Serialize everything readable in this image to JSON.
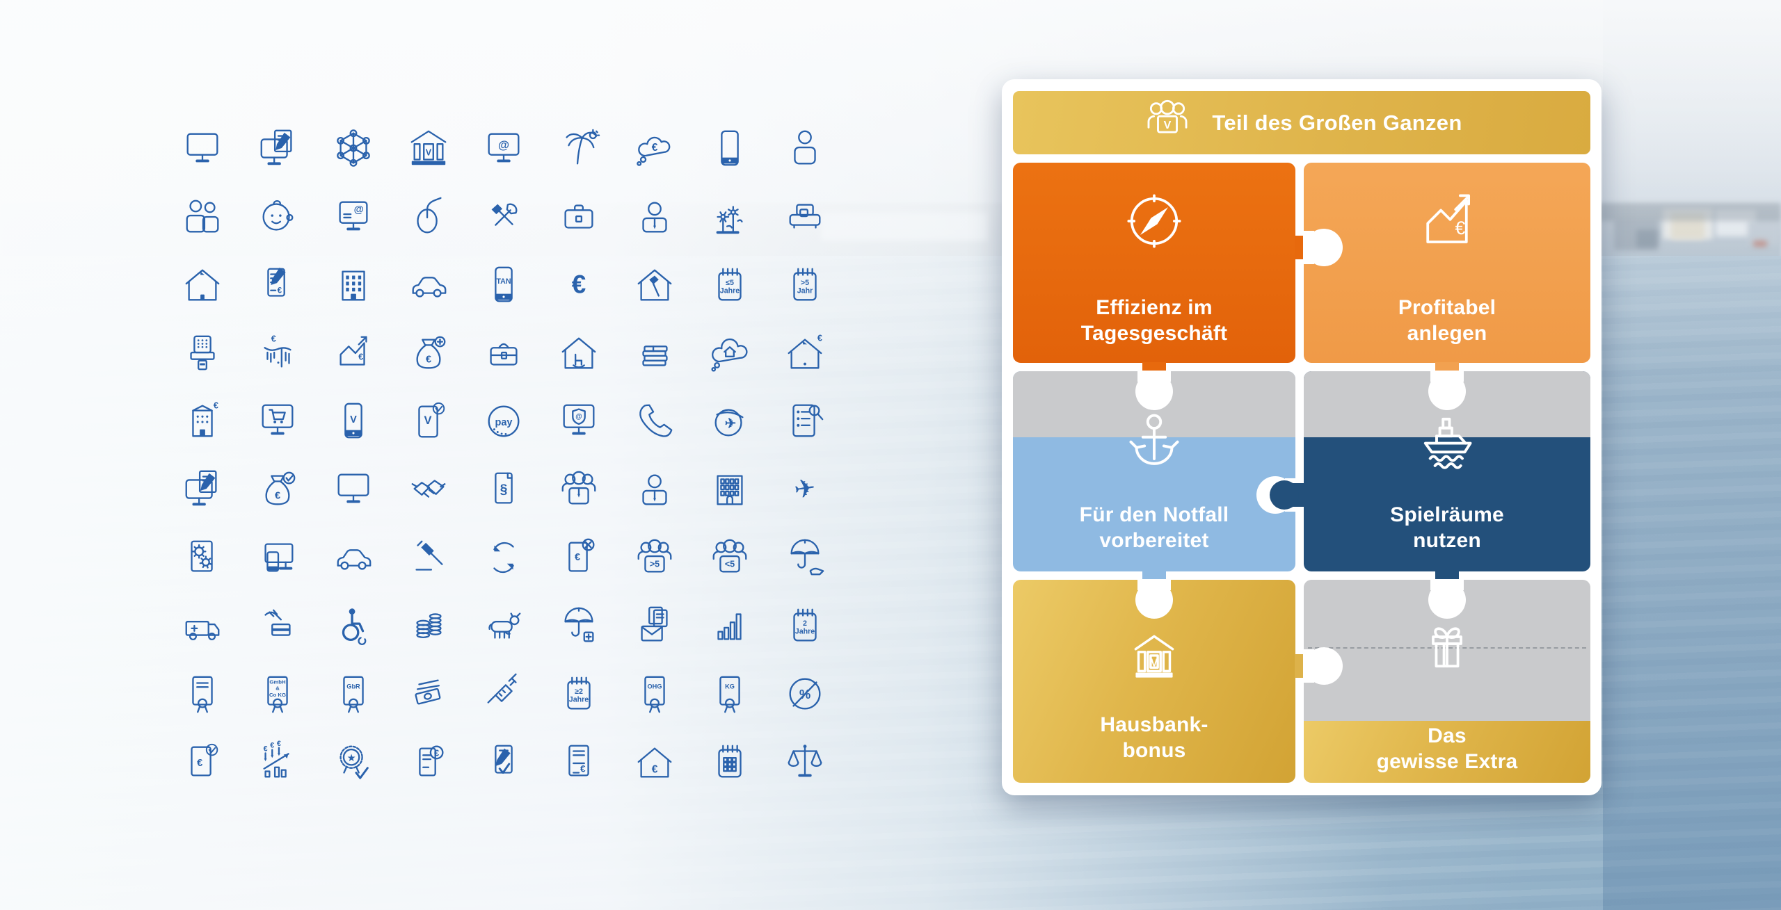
{
  "colors": {
    "icon_stroke": "#2A62AC",
    "orange_dark": "#E7690D",
    "orange_light": "#F3A253",
    "blue_light": "#8FBAE2",
    "blue_dark": "#23507B",
    "gray_piece": "#C9CACC",
    "gold_main": "#DDB24A",
    "panel_bg": "#FFFFFF"
  },
  "puzzle": {
    "header": {
      "label": "Teil des Großen Ganzen",
      "icon": "team-v-icon"
    },
    "pieces": [
      {
        "id": "effizienz",
        "title": "Effizienz im\nTagesgeschäft",
        "icon": "compass-icon",
        "color": "#E7690D"
      },
      {
        "id": "profitabel",
        "title": "Profitabel\nanlegen",
        "icon": "profit-chart-icon",
        "color": "#F3A253"
      },
      {
        "id": "notfall",
        "title": "Für den Notfall\nvorbereitet",
        "icon": "anchor-icon",
        "color": "#8FBAE2"
      },
      {
        "id": "spielraeume",
        "title": "Spielräume\nnutzen",
        "icon": "ship-icon",
        "color": "#23507B"
      },
      {
        "id": "hausbank",
        "title": "Hausbank-\nbonus",
        "icon": "bank-v-icon",
        "color": "#DDB24A"
      },
      {
        "id": "extra",
        "title": "Das\ngewisse Extra",
        "icon": "gift-icon",
        "color": "#C9CACC"
      }
    ]
  },
  "icon_grid": {
    "columns": 9,
    "rows": 10,
    "icons": [
      {
        "name": "monitor-icon",
        "kind": "monitor"
      },
      {
        "name": "monitor-contract-icon",
        "kind": "monitorDoc"
      },
      {
        "name": "network-icon",
        "kind": "network"
      },
      {
        "name": "bank-v-small-icon",
        "kind": "bankV",
        "label": "V"
      },
      {
        "name": "monitor-at-icon",
        "kind": "monitor",
        "label": "@"
      },
      {
        "name": "palm-vacation-icon",
        "kind": "palm"
      },
      {
        "name": "thought-euro-icon",
        "kind": "thought",
        "label": "€"
      },
      {
        "name": "smartphone-icon",
        "kind": "smartphone"
      },
      {
        "name": "person-icon",
        "kind": "person"
      },
      {
        "name": "couple-icon",
        "kind": "people2"
      },
      {
        "name": "baby-icon",
        "kind": "baby"
      },
      {
        "name": "monitor-email-icon",
        "kind": "monitorEmail",
        "label": "@"
      },
      {
        "name": "computer-mouse-icon",
        "kind": "mouse"
      },
      {
        "name": "tools-icon",
        "kind": "tools"
      },
      {
        "name": "briefcase-icon",
        "kind": "briefcase"
      },
      {
        "name": "employee-icon",
        "kind": "personTie"
      },
      {
        "name": "garden-flowers-icon",
        "kind": "flowers"
      },
      {
        "name": "sofa-icon",
        "kind": "sofa"
      },
      {
        "name": "house-icon",
        "kind": "house"
      },
      {
        "name": "invoice-pen-icon",
        "kind": "docEuroPen",
        "label": "€"
      },
      {
        "name": "apartment-building-icon",
        "kind": "building"
      },
      {
        "name": "car-icon",
        "kind": "car"
      },
      {
        "name": "tan-phone-icon",
        "kind": "smartphone",
        "label": "TAN"
      },
      {
        "name": "euro-icon",
        "kind": "euroChar",
        "label": "€"
      },
      {
        "name": "house-renovation-icon",
        "kind": "houseHammer"
      },
      {
        "name": "calendar-max5-icon",
        "kind": "calendar",
        "label": "≤5\nJahre"
      },
      {
        "name": "calendar-over5-icon",
        "kind": "calendar",
        "label": ">5\nJahr"
      },
      {
        "name": "atm-card-icon",
        "kind": "atm"
      },
      {
        "name": "euro-rates-icon",
        "kind": "euroRain",
        "label": "€"
      },
      {
        "name": "property-chart-icon",
        "kind": "chartHouse",
        "label": "€"
      },
      {
        "name": "savings-plus-icon",
        "kind": "moneybag",
        "label": "€",
        "mark": "plus"
      },
      {
        "name": "satchel-icon",
        "kind": "satchel"
      },
      {
        "name": "retirement-home-icon",
        "kind": "houseChair"
      },
      {
        "name": "money-stack-icon",
        "kind": "moneyStack"
      },
      {
        "name": "dream-house-icon",
        "kind": "thoughtHouse"
      },
      {
        "name": "house-value-icon",
        "kind": "houseEuro",
        "label": "€",
        "corner": true
      },
      {
        "name": "bank-building-icon",
        "kind": "buildingEuro",
        "label": "€"
      },
      {
        "name": "online-shopping-icon",
        "kind": "monitorCart"
      },
      {
        "name": "banking-app-icon",
        "kind": "smartphone",
        "label": "V"
      },
      {
        "name": "tablet-check-icon",
        "kind": "tabletCheck",
        "label": "V"
      },
      {
        "name": "pay-badge-icon",
        "kind": "payBadge",
        "label": "pay"
      },
      {
        "name": "secure-mail-icon",
        "kind": "monitorShield",
        "label": "@"
      },
      {
        "name": "phone-handset-icon",
        "kind": "handset"
      },
      {
        "name": "travel-globe-icon",
        "kind": "globePlane"
      },
      {
        "name": "checklist-search-icon",
        "kind": "checklist"
      },
      {
        "name": "online-contract-icon",
        "kind": "monitorDoc"
      },
      {
        "name": "funding-check-icon",
        "kind": "moneybag",
        "label": "€",
        "mark": "check"
      },
      {
        "name": "growth-chart-icon",
        "kind": "chartAxes"
      },
      {
        "name": "handshake-icon",
        "kind": "handshake"
      },
      {
        "name": "legal-document-icon",
        "kind": "docLabel",
        "label": "§"
      },
      {
        "name": "team-icon",
        "kind": "people3"
      },
      {
        "name": "consultant-icon",
        "kind": "personTie"
      },
      {
        "name": "office-building-icon",
        "kind": "facade"
      },
      {
        "name": "airplane-icon",
        "kind": "plane"
      },
      {
        "name": "settings-document-icon",
        "kind": "docGears"
      },
      {
        "name": "devices-icon",
        "kind": "devices"
      },
      {
        "name": "company-car-icon",
        "kind": "car"
      },
      {
        "name": "auction-gavel-icon",
        "kind": "gavel"
      },
      {
        "name": "exchange-arrows-icon",
        "kind": "refresh"
      },
      {
        "name": "no-cash-icon",
        "kind": "docEuroX",
        "label": "€"
      },
      {
        "name": "staff-over-5-icon",
        "kind": "people3",
        "label": ">5"
      },
      {
        "name": "staff-under-5-icon",
        "kind": "people3",
        "label": "<5"
      },
      {
        "name": "insurance-umbrella-icon",
        "kind": "umbrellaHand"
      },
      {
        "name": "ambulance-icon",
        "kind": "ambulance"
      },
      {
        "name": "card-payment-icon",
        "kind": "handCard"
      },
      {
        "name": "accessibility-icon",
        "kind": "wheelchair"
      },
      {
        "name": "coin-stacks-icon",
        "kind": "coins"
      },
      {
        "name": "cow-icon",
        "kind": "cow"
      },
      {
        "name": "umbrella-plus-icon",
        "kind": "umbrellaPlus"
      },
      {
        "name": "mail-documents-icon",
        "kind": "docsEnvelope"
      },
      {
        "name": "bar-chart-icon",
        "kind": "bars"
      },
      {
        "name": "calendar-2years-icon",
        "kind": "calendar",
        "label": "2\nJahre"
      },
      {
        "name": "certificate-icon",
        "kind": "cert"
      },
      {
        "name": "cert-gmbh-icon",
        "kind": "cert",
        "label": "GmbH\n&\nCo KG"
      },
      {
        "name": "cert-gbr-icon",
        "kind": "cert",
        "label": "GbR"
      },
      {
        "name": "banknotes-icon",
        "kind": "banknotes"
      },
      {
        "name": "syringe-icon",
        "kind": "syringe"
      },
      {
        "name": "calendar-min2-icon",
        "kind": "calendar",
        "label": "≥2\nJahre"
      },
      {
        "name": "cert-ohg-icon",
        "kind": "cert",
        "label": "OHG"
      },
      {
        "name": "cert-kg-icon",
        "kind": "cert",
        "label": "KG"
      },
      {
        "name": "no-percent-icon",
        "kind": "percentOff",
        "label": "%"
      },
      {
        "name": "euro-doc-check-icon",
        "kind": "docEuroCheck",
        "label": "€"
      },
      {
        "name": "investment-decline-icon",
        "kind": "euroArrows",
        "label": "€"
      },
      {
        "name": "quality-badge-icon",
        "kind": "badgeCheck"
      },
      {
        "name": "receipt-euro-icon",
        "kind": "docEuroCoin",
        "label": "€"
      },
      {
        "name": "signed-check-icon",
        "kind": "docPenCheck"
      },
      {
        "name": "invoice-euro-icon",
        "kind": "invoiceEuro",
        "label": "€"
      },
      {
        "name": "house-euro-icon",
        "kind": "houseEuro",
        "label": "€"
      },
      {
        "name": "calculator-pad-icon",
        "kind": "notepad"
      },
      {
        "name": "scales-icon",
        "kind": "scales"
      }
    ]
  }
}
